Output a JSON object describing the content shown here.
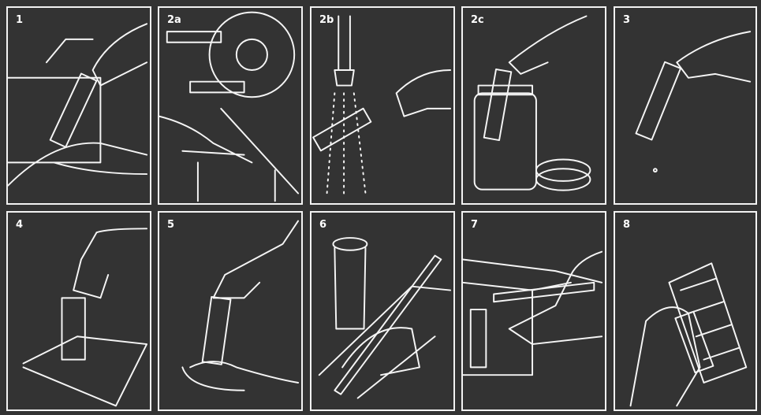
{
  "steps": [
    {
      "label": "1"
    },
    {
      "label": "2a"
    },
    {
      "label": "2b"
    },
    {
      "label": "2c"
    },
    {
      "label": "3"
    },
    {
      "label": "4"
    },
    {
      "label": "5"
    },
    {
      "label": "6"
    },
    {
      "label": "7"
    },
    {
      "label": "8"
    }
  ]
}
